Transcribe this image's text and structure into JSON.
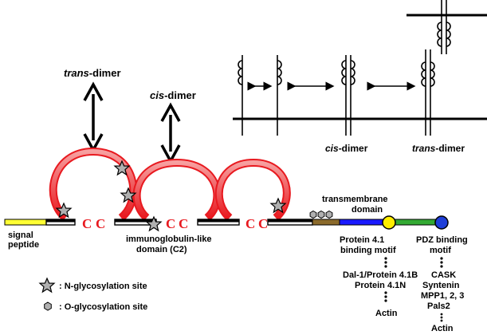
{
  "top": {
    "trans_dimer_italic": "trans",
    "trans_dimer_suffix": "-dimer",
    "cis_dimer_italic": "cis",
    "cis_dimer_suffix": "-dimer"
  },
  "inset": {
    "cis_label_italic": "cis",
    "cis_label_suffix": "-dimer",
    "trans_label_italic": "trans",
    "trans_label_suffix": "-dimer"
  },
  "domains": {
    "signal_peptide": [
      "signal",
      "peptide"
    ],
    "immunoglobulin": [
      "immunoglobulin-like",
      "domain (C2)"
    ],
    "transmembrane": [
      "transmembrane",
      "domain"
    ],
    "cysteine_glyph": "C"
  },
  "motifs": {
    "protein41": [
      "Protein 4.1",
      "binding motif"
    ],
    "pdz": [
      "PDZ binding",
      "motif"
    ]
  },
  "partners": {
    "protein41": [
      "Dal-1/Protein 4.1B",
      "Protein 4.1N"
    ],
    "protein41_actin": "Actin",
    "pdz": [
      "CASK",
      "Syntenin",
      "MPP1, 2, 3",
      "Pals2"
    ],
    "pdz_actin": "Actin"
  },
  "legend": {
    "n_glyco": ": N-glycosylation site",
    "o_glyco": ": O-glycosylation site"
  },
  "colors": {
    "loop_red": "#e8191f",
    "signal_yellow": "#ffff33",
    "tm_brown": "#8b6a2b",
    "cyto_blue": "#1a1aff",
    "cyto_green": "#33aa33",
    "motif_yellow": "#ffee00",
    "motif_blue": "#1f3fd8",
    "star_gray": "#b0b0b0"
  }
}
